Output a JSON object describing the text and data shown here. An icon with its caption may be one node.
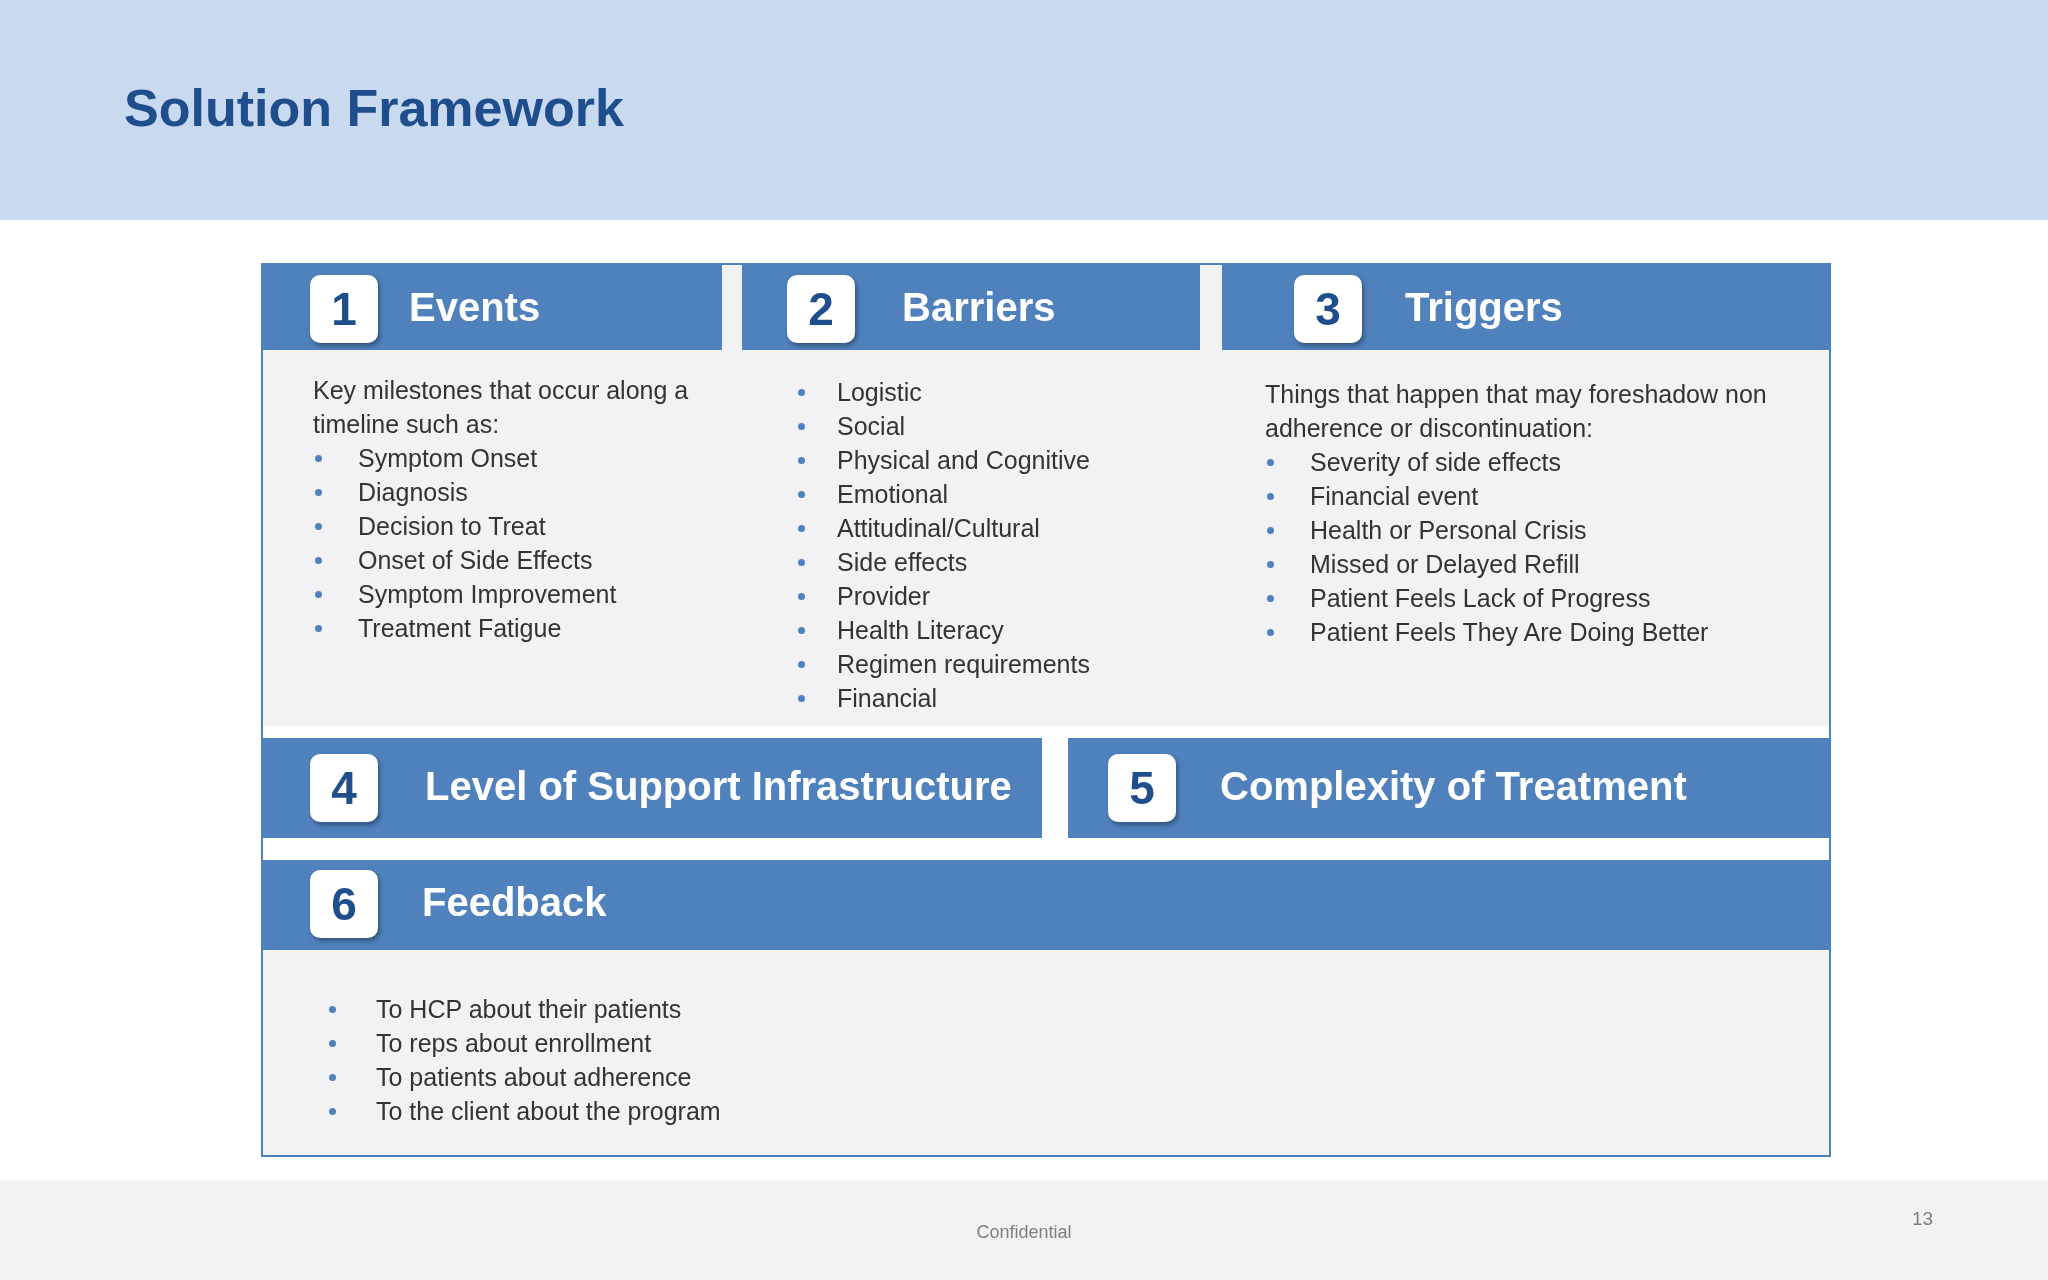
{
  "diagram": {
    "title": "Solution Framework",
    "nodes": [
      {
        "text": [
          "1",
          "Events",
          "Key milestones that occur along a timeline such as:",
          "Symptom Onset",
          "Diagnosis",
          "Decision to Treat",
          "Onset of Side Effects",
          "Symptom Improvement",
          "Treatment Fatigue"
        ]
      },
      {
        "text": [
          "2",
          "Barriers",
          "Logistic",
          "Social",
          "Physical and Cognitive",
          "Emotional",
          "Attitudinal/Cultural",
          "Side effects",
          "Provider",
          "Health Literacy",
          "Regimen requirements",
          "Financial"
        ]
      },
      {
        "text": [
          "3",
          "Triggers",
          "Things that happen that may foreshadow non adherence or discontinuation:",
          "Severity of side effects",
          "Financial event",
          "Health or Personal Crisis",
          "Missed or Delayed Refill",
          "Patient Feels Lack of Progress",
          "Patient Feels They Are Doing Better"
        ]
      },
      {
        "text": [
          "4",
          "Level of Support Infrastructure"
        ]
      },
      {
        "text": [
          "5",
          "Complexity of Treatment"
        ]
      },
      {
        "text": [
          "6",
          "Feedback",
          "To HCP about their patients",
          "To reps about enrollment",
          "To patients about adherence",
          "To the client about the program"
        ]
      }
    ],
    "labels": [
      "Confidential",
      "13"
    ]
  }
}
